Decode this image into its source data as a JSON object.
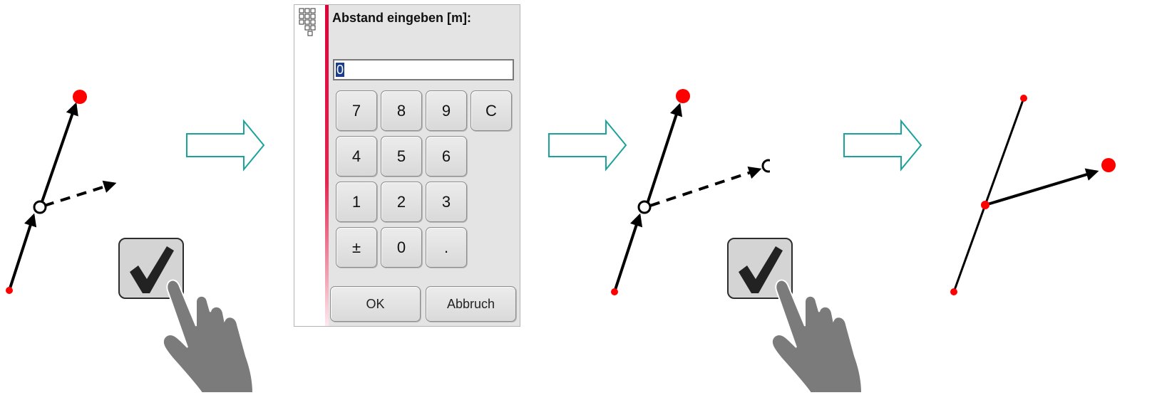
{
  "dialog": {
    "title": "Abstand eingeben [m]:",
    "input_value": "0",
    "keys": [
      {
        "label": "7",
        "name": "key-7"
      },
      {
        "label": "8",
        "name": "key-8"
      },
      {
        "label": "9",
        "name": "key-9"
      },
      {
        "label": "C",
        "name": "key-clear"
      },
      {
        "label": "4",
        "name": "key-4"
      },
      {
        "label": "5",
        "name": "key-5"
      },
      {
        "label": "6",
        "name": "key-6"
      },
      {
        "label": "1",
        "name": "key-1"
      },
      {
        "label": "2",
        "name": "key-2"
      },
      {
        "label": "3",
        "name": "key-3"
      },
      {
        "label": "±",
        "name": "key-plus-minus"
      },
      {
        "label": "0",
        "name": "key-0"
      },
      {
        "label": ".",
        "name": "key-decimal"
      }
    ],
    "ok_label": "OK",
    "cancel_label": "Abbruch"
  },
  "colors": {
    "accent_bar": "#e0003a",
    "point_red": "#ff0000",
    "arrow_teal": "#1aa39a",
    "hand_gray": "#7a7a7a"
  },
  "icons": {
    "flow_arrow": "arrow-right-outline-icon",
    "confirm": "checkmark-icon",
    "tap": "pointing-hand-icon",
    "keypad": "grid-icon"
  }
}
